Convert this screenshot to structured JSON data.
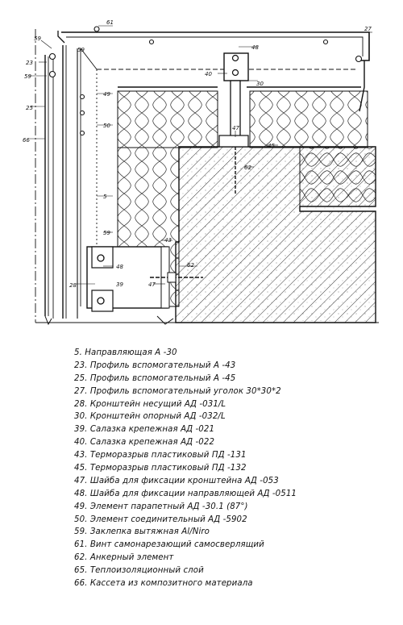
{
  "callouts": {
    "n61": "61",
    "n59a": "59",
    "n59b": "59",
    "n59c": "59",
    "n59d": "59",
    "n23": "23",
    "n25": "25",
    "n66": "66",
    "n49": "49",
    "n50": "50",
    "n5": "5",
    "n27": "27",
    "n48a": "48",
    "n48b": "48",
    "n40": "40",
    "n30": "30",
    "n47a": "47",
    "n47b": "47",
    "n45": "45",
    "n62a": "62",
    "n62b": "62",
    "n43": "43",
    "n28": "28",
    "n39": "39"
  },
  "legend": [
    "5.  Направляющая А -30",
    "23.  Профиль вспомогательный А -43",
    "25.  Профиль вспомогательный А -45",
    "27.  Профиль вспомогательный уголок 30*30*2",
    "28.  Кронштейн несущий АД -031/L",
    "30.  Кронштейн опорный АД -032/L",
    "39.  Салазка крепежная АД -021",
    "40.  Салазка крепежная АД -022",
    "43.  Терморазрыв пластиковый ПД -131",
    "45.  Терморазрыв пластиковый ПД -132",
    "47.  Шайба для фиксации кронштейна АД -053",
    "48.  Шайба для фиксации направляющей АД -0511",
    "49.  Элемент парапетный АД -30.1 (87°)",
    "50.  Элемент соединительный АД -5902",
    "59.  Заклепка вытяжная Al/Niro",
    "61.  Винт самонарезающий самосверлящий",
    "62.  Анкерный элемент",
    "65.  Теплоизоляционный слой",
    "66.  Кассета из композитного материала"
  ]
}
